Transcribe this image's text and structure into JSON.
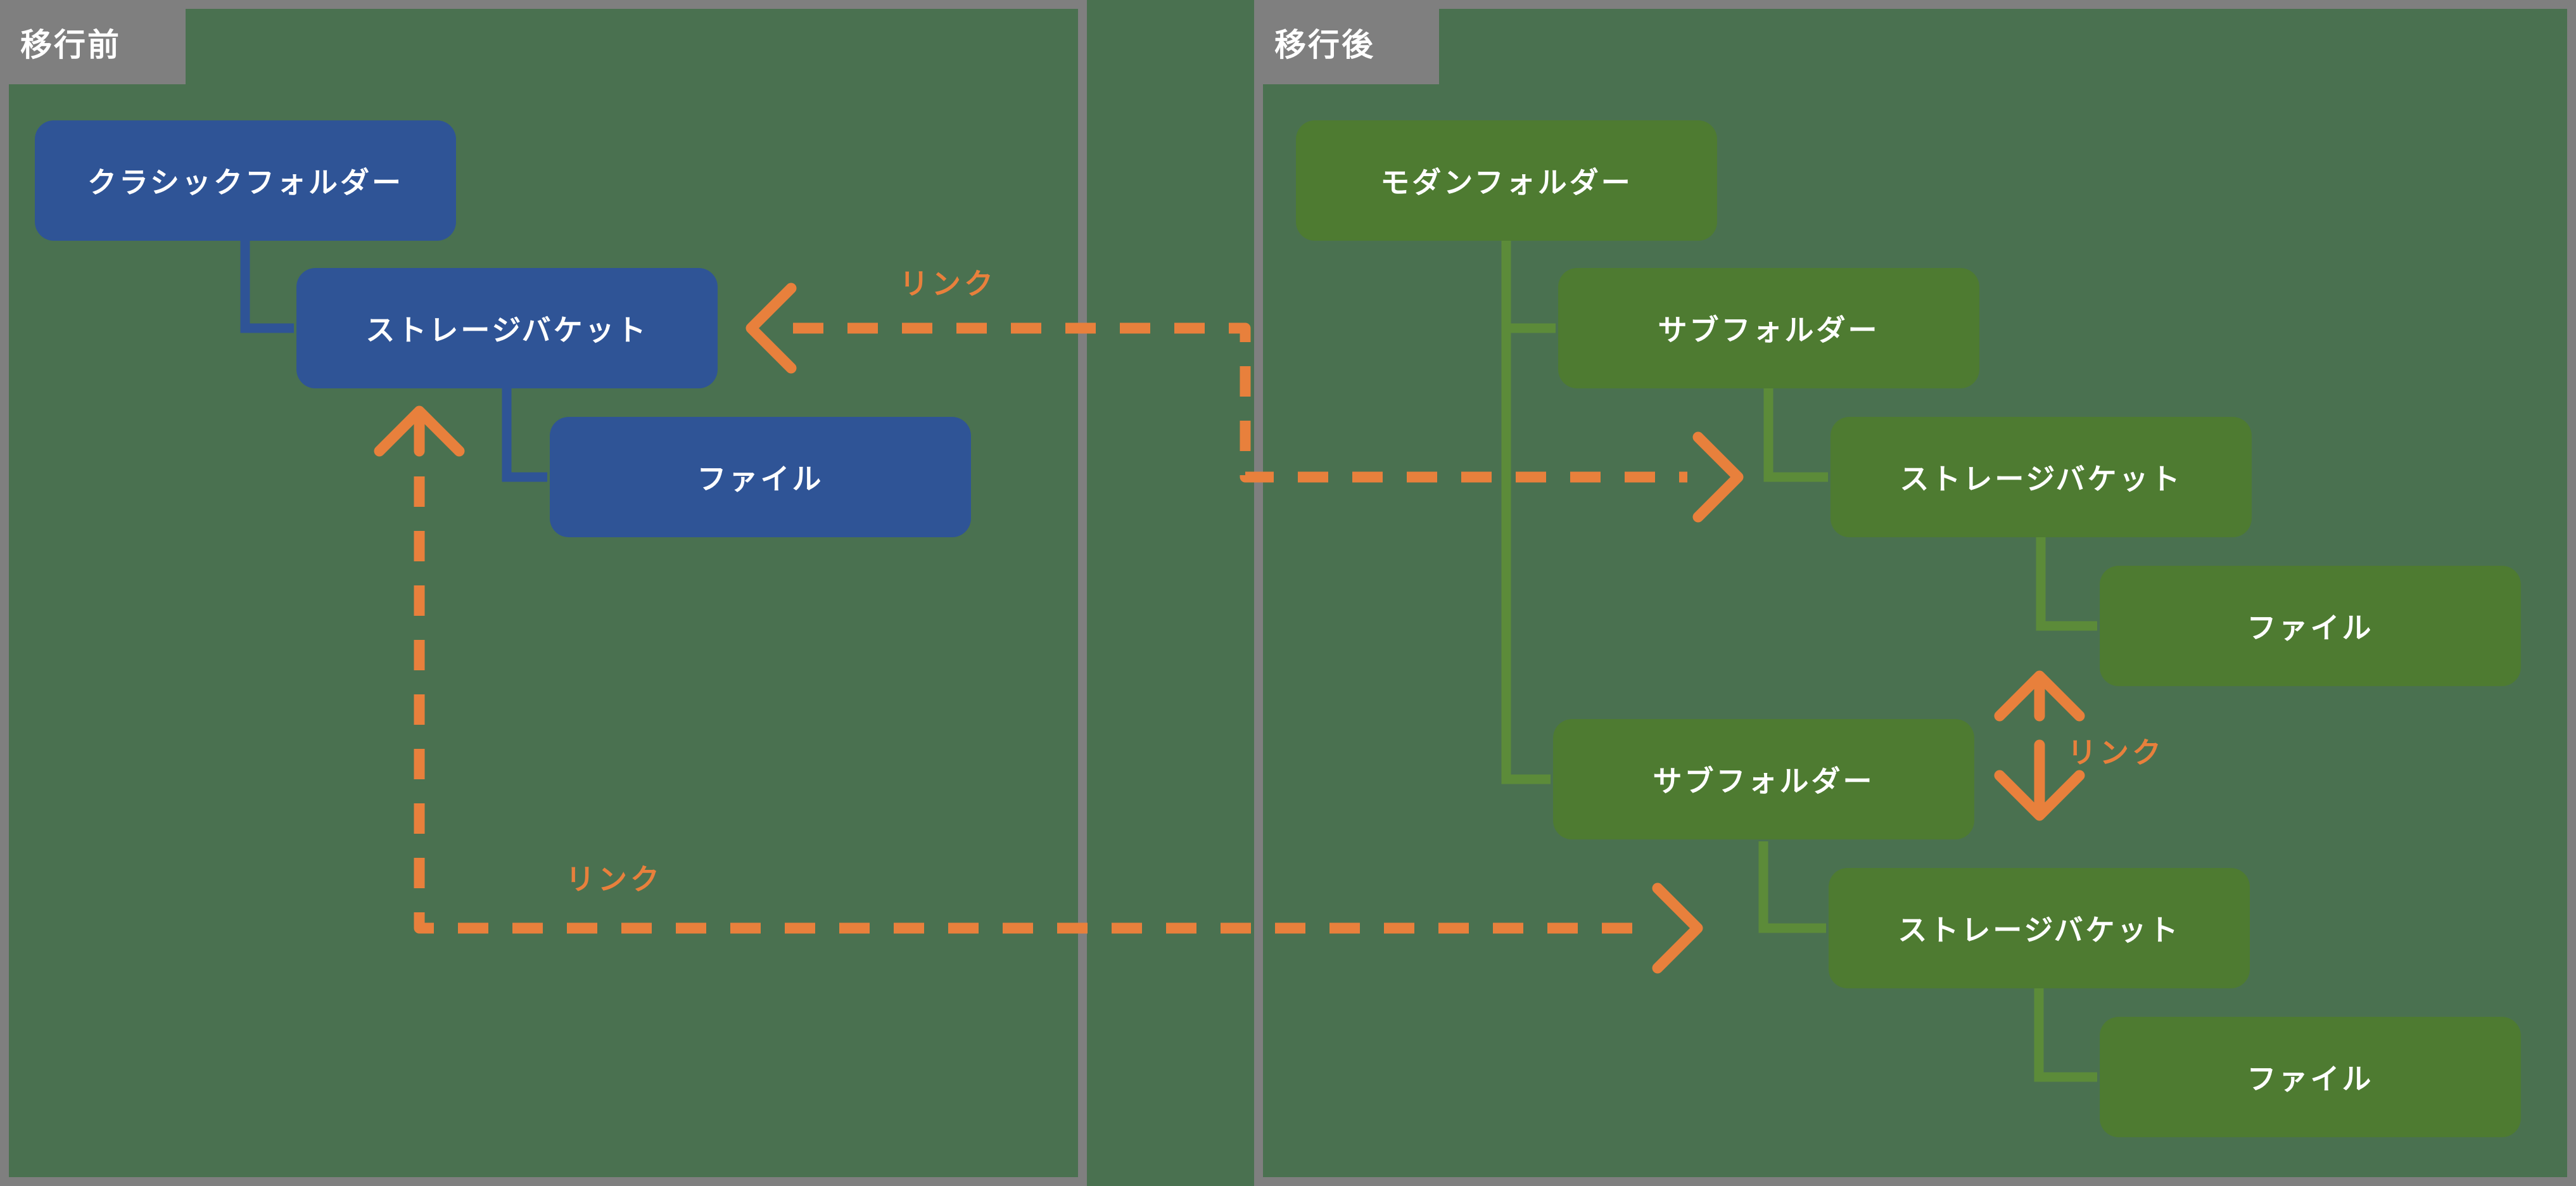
{
  "diagram": {
    "title_context": "storage-migration-hierarchy",
    "before_panel": {
      "label": "移行前",
      "nodes": [
        {
          "label": "クラシックフォルダー",
          "level": 0
        },
        {
          "label": "ストレージバケット",
          "level": 1
        },
        {
          "label": "ファイル",
          "level": 2
        }
      ]
    },
    "after_panel": {
      "label": "移行後",
      "nodes": [
        {
          "label": "モダンフォルダー",
          "level": 0
        },
        {
          "label": "サブフォルダー",
          "level": 1
        },
        {
          "label": "ストレージバケット",
          "level": 2
        },
        {
          "label": "ファイル",
          "level": 3
        },
        {
          "label": "サブフォルダー",
          "level": 1
        },
        {
          "label": "ストレージバケット",
          "level": 2
        },
        {
          "label": "ファイル",
          "level": 3
        }
      ]
    },
    "links": [
      {
        "label": "リンク",
        "from": "移行後 ストレージバケット (上)",
        "to": "移行前 ストレージバケット"
      },
      {
        "label": "リンク",
        "from": "移行後 ファイル (上)",
        "to": "移行後 ストレージバケット (下)"
      },
      {
        "label": "リンク",
        "from": "移行前 ストレージバケット",
        "to": "移行後 ストレージバケット (下)"
      }
    ]
  },
  "colors": {
    "background_green": "#4A7150",
    "panel_border_gray": "#7F7F7F",
    "before_node_blue": "#2F5496",
    "after_node_green": "#4E7B31",
    "after_connector_green": "#5C8B39",
    "link_orange": "#E8803C",
    "text_white": "#FFFFFF"
  }
}
